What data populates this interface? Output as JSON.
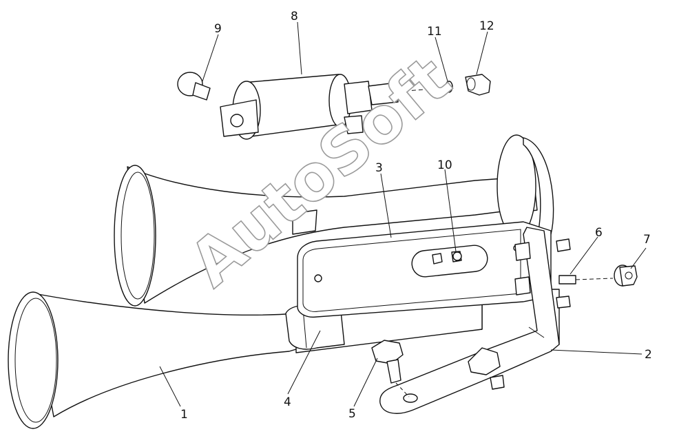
{
  "diagram": {
    "watermark": "AutoSoft",
    "labels": [
      "1",
      "2",
      "3",
      "4",
      "5",
      "6",
      "7",
      "8",
      "9",
      "10",
      "11",
      "12"
    ],
    "colors": {
      "line": "#111111",
      "background": "#ffffff",
      "watermark_outline": "#9a9a9a"
    }
  }
}
